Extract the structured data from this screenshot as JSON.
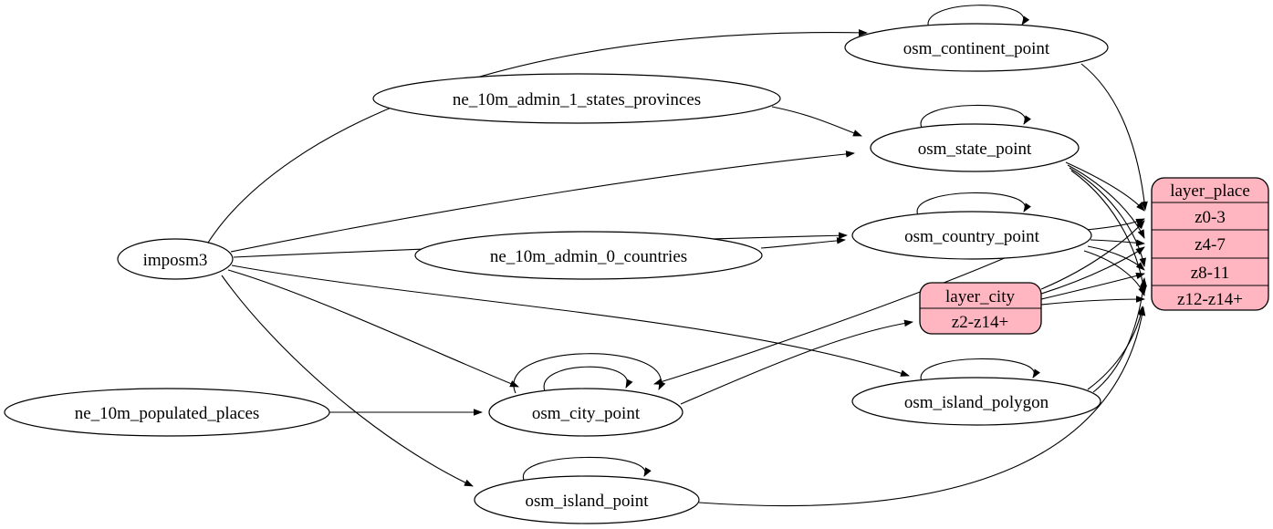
{
  "diagram": {
    "type": "etl-dependency-graph",
    "background_color": "#ffffff",
    "node_fill_color": "#ffffff",
    "record_fill_color": "#ffb6c1",
    "stroke_color": "#000000",
    "nodes": {
      "imposm3": {
        "label": "imposm3",
        "shape": "ellipse"
      },
      "ne_10m_admin_1_states_provinces": {
        "label": "ne_10m_admin_1_states_provinces",
        "shape": "ellipse"
      },
      "ne_10m_admin_0_countries": {
        "label": "ne_10m_admin_0_countries",
        "shape": "ellipse"
      },
      "ne_10m_populated_places": {
        "label": "ne_10m_populated_places",
        "shape": "ellipse"
      },
      "osm_continent_point": {
        "label": "osm_continent_point",
        "shape": "ellipse"
      },
      "osm_state_point": {
        "label": "osm_state_point",
        "shape": "ellipse"
      },
      "osm_country_point": {
        "label": "osm_country_point",
        "shape": "ellipse"
      },
      "osm_city_point": {
        "label": "osm_city_point",
        "shape": "ellipse"
      },
      "osm_island_polygon": {
        "label": "osm_island_polygon",
        "shape": "ellipse"
      },
      "osm_island_point": {
        "label": "osm_island_point",
        "shape": "ellipse"
      },
      "layer_city": {
        "label": "layer_city",
        "shape": "record",
        "rows": [
          "z2-z14+"
        ]
      },
      "layer_place": {
        "label": "layer_place",
        "shape": "record",
        "rows": [
          "z0-3",
          "z4-7",
          "z8-11",
          "z12-z14+"
        ]
      }
    },
    "edges": [
      {
        "from": "imposm3",
        "to": "osm_continent_point"
      },
      {
        "from": "imposm3",
        "to": "osm_state_point"
      },
      {
        "from": "imposm3",
        "to": "osm_country_point"
      },
      {
        "from": "imposm3",
        "to": "osm_city_point"
      },
      {
        "from": "imposm3",
        "to": "osm_island_polygon"
      },
      {
        "from": "imposm3",
        "to": "osm_island_point"
      },
      {
        "from": "ne_10m_admin_1_states_provinces",
        "to": "osm_state_point"
      },
      {
        "from": "ne_10m_admin_0_countries",
        "to": "osm_country_point"
      },
      {
        "from": "ne_10m_populated_places",
        "to": "osm_city_point"
      },
      {
        "from": "osm_continent_point",
        "to": "osm_continent_point",
        "kind": "self-loop"
      },
      {
        "from": "osm_state_point",
        "to": "osm_state_point",
        "kind": "self-loop"
      },
      {
        "from": "osm_country_point",
        "to": "osm_country_point",
        "kind": "self-loop"
      },
      {
        "from": "osm_city_point",
        "to": "osm_city_point",
        "kind": "self-loop"
      },
      {
        "from": "osm_city_point",
        "to": "osm_city_point",
        "kind": "self-loop"
      },
      {
        "from": "osm_island_polygon",
        "to": "osm_island_polygon",
        "kind": "self-loop"
      },
      {
        "from": "osm_island_point",
        "to": "osm_island_point",
        "kind": "self-loop"
      },
      {
        "from": "osm_country_point",
        "to": "osm_city_point"
      },
      {
        "from": "osm_city_point",
        "to": "layer_city",
        "to_port": "z2-z14+"
      },
      {
        "from": "osm_continent_point",
        "to": "layer_place",
        "to_port": "z0-3"
      },
      {
        "from": "osm_state_point",
        "to": "layer_place",
        "to_port": "z0-3"
      },
      {
        "from": "osm_state_point",
        "to": "layer_place",
        "to_port": "z4-7"
      },
      {
        "from": "osm_state_point",
        "to": "layer_place",
        "to_port": "z8-11"
      },
      {
        "from": "osm_state_point",
        "to": "layer_place",
        "to_port": "z12-z14+"
      },
      {
        "from": "osm_country_point",
        "to": "layer_place",
        "to_port": "z0-3"
      },
      {
        "from": "osm_country_point",
        "to": "layer_place",
        "to_port": "z4-7"
      },
      {
        "from": "osm_country_point",
        "to": "layer_place",
        "to_port": "z8-11"
      },
      {
        "from": "osm_country_point",
        "to": "layer_place",
        "to_port": "z12-z14+"
      },
      {
        "from": "layer_city",
        "to": "layer_place",
        "to_port": "z0-3"
      },
      {
        "from": "layer_city",
        "to": "layer_place",
        "to_port": "z4-7"
      },
      {
        "from": "layer_city",
        "to": "layer_place",
        "to_port": "z8-11"
      },
      {
        "from": "layer_city",
        "to": "layer_place",
        "to_port": "z12-z14+"
      },
      {
        "from": "osm_island_polygon",
        "to": "layer_place",
        "to_port": "z8-11"
      },
      {
        "from": "osm_island_polygon",
        "to": "layer_place",
        "to_port": "z12-z14+"
      },
      {
        "from": "osm_island_point",
        "to": "layer_place",
        "to_port": "z12-z14+"
      }
    ]
  }
}
